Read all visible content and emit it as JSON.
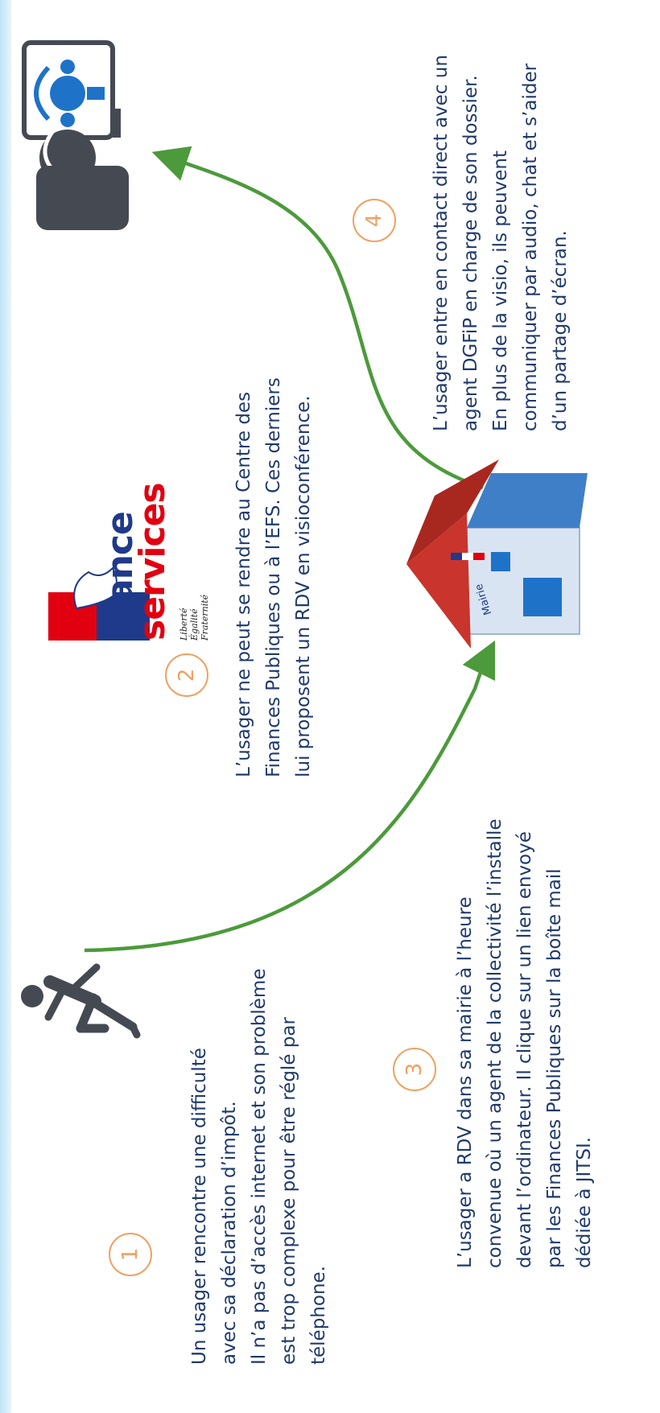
{
  "logo": {
    "line1": "France",
    "line2": "services",
    "motto": [
      "Liberté",
      "Égalité",
      "Fraternité"
    ]
  },
  "house_label": "Mairie",
  "steps": [
    {
      "number": "1",
      "lines": [
        "Un usager rencontre une difficulté",
        "avec sa déclaration d’impôt.",
        "Il n’a pas d’accès internet et son problème",
        "est trop complexe pour être réglé par",
        "téléphone."
      ]
    },
    {
      "number": "2",
      "lines": [
        "L’usager ne peut se rendre au Centre des",
        "Finances Publiques ou à l’EFS. Ces derniers",
        "lui proposent un RDV en visioconférence."
      ]
    },
    {
      "number": "3",
      "lines": [
        "L’usager a RDV dans sa mairie à l’heure",
        "convenue où un agent de la collectivité l’installe",
        "devant l’ordinateur. Il clique sur un lien envoyé",
        "par les Finances Publiques sur la boîte mail",
        "dédiée à JITSI."
      ]
    },
    {
      "number": "4",
      "lines": [
        "L’usager entre en contact direct avec un",
        "agent DGFiP en charge de son dossier.",
        "En plus de la visio, ils peuvent",
        "communiquer par audio, chat et s’aider",
        "d’un partage d’écran."
      ]
    }
  ],
  "colors": {
    "text": "#1f3a6b",
    "step_circle": "#f0a060",
    "arrow": "#4c9a3b",
    "person": "#454a52",
    "roof": "#c9342c",
    "house_wall": "#d9e4f2",
    "window": "#1e73c8",
    "flag_blue": "#1f3a8a",
    "flag_red": "#e1000f"
  }
}
